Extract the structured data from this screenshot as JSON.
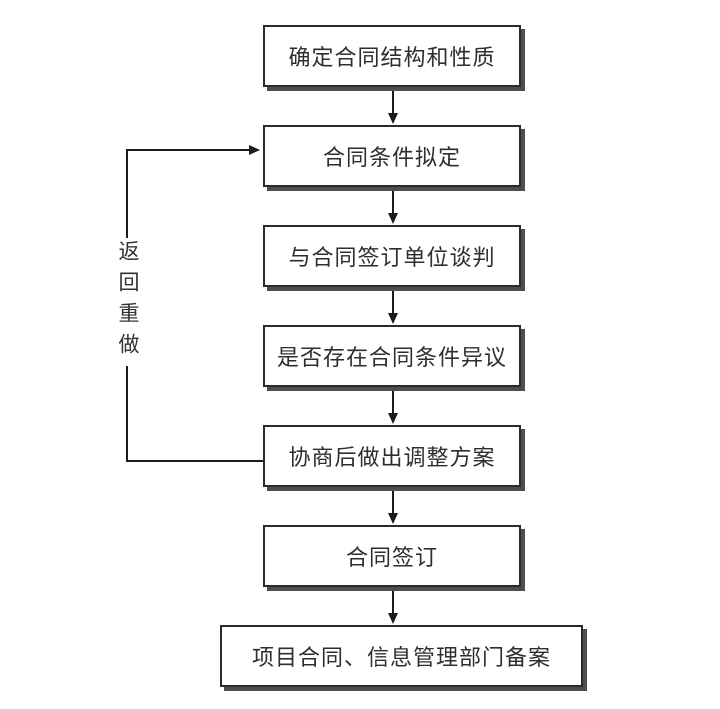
{
  "diagram": {
    "type": "flowchart",
    "nodes": [
      {
        "id": "node-1",
        "label": "确定合同结构和性质"
      },
      {
        "id": "node-2",
        "label": "合同条件拟定"
      },
      {
        "id": "node-3",
        "label": "与合同签订单位谈判"
      },
      {
        "id": "node-4",
        "label": "是否存在合同条件异议"
      },
      {
        "id": "node-5",
        "label": "协商后做出调整方案"
      },
      {
        "id": "node-6",
        "label": "合同签订"
      },
      {
        "id": "node-7",
        "label": "项目合同、信息管理部门备案"
      }
    ],
    "edges": [
      {
        "from": "node-1",
        "to": "node-2"
      },
      {
        "from": "node-2",
        "to": "node-3"
      },
      {
        "from": "node-3",
        "to": "node-4"
      },
      {
        "from": "node-4",
        "to": "node-5"
      },
      {
        "from": "node-5",
        "to": "node-6"
      },
      {
        "from": "node-6",
        "to": "node-7"
      },
      {
        "from": "node-5",
        "to": "node-2",
        "label": "返回重做"
      }
    ],
    "loop_label": "返回重做",
    "colors": {
      "background": "#ffffff",
      "line": "#1c1c1c",
      "box_border": "#2a2a2a",
      "box_shadow": "#4e4e4e",
      "text": "#2e2e2e"
    }
  }
}
